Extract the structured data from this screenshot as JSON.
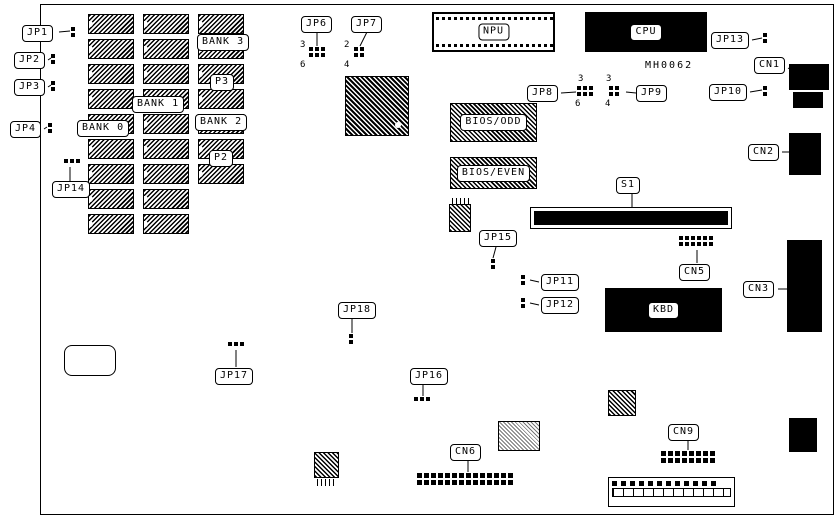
{
  "board": {
    "part_number": "MH0062",
    "jumpers": {
      "jp1": "JP1",
      "jp2": "JP2",
      "jp3": "JP3",
      "jp4": "JP4",
      "jp6": "JP6",
      "jp7": "JP7",
      "jp8": "JP8",
      "jp9": "JP9",
      "jp10": "JP10",
      "jp11": "JP11",
      "jp12": "JP12",
      "jp13": "JP13",
      "jp14": "JP14",
      "jp15": "JP15",
      "jp16": "JP16",
      "jp17": "JP17",
      "jp18": "JP18"
    },
    "connectors": {
      "cn1": "CN1",
      "cn2": "CN2",
      "cn3": "CN3",
      "cn5": "CN5",
      "cn6": "CN6",
      "cn9": "CN9"
    },
    "memory": {
      "bank0": "BANK 0",
      "bank1": "BANK 1",
      "bank2": "BANK 2",
      "bank3": "BANK 3",
      "p2": "P2",
      "p3": "P3"
    },
    "chips": {
      "npu": "NPU",
      "cpu": "CPU",
      "bios_odd": "BIOS/ODD",
      "bios_even": "BIOS/EVEN",
      "kbd": "KBD"
    },
    "switches": {
      "s1": "S1"
    },
    "pin_numbers": {
      "jp6_a": "3",
      "jp6_b": "6",
      "jp7_a": "2",
      "jp7_b": "4",
      "jp8_a": "3",
      "jp8_b": "6",
      "jp9_a": "3",
      "jp9_b": "4"
    }
  }
}
